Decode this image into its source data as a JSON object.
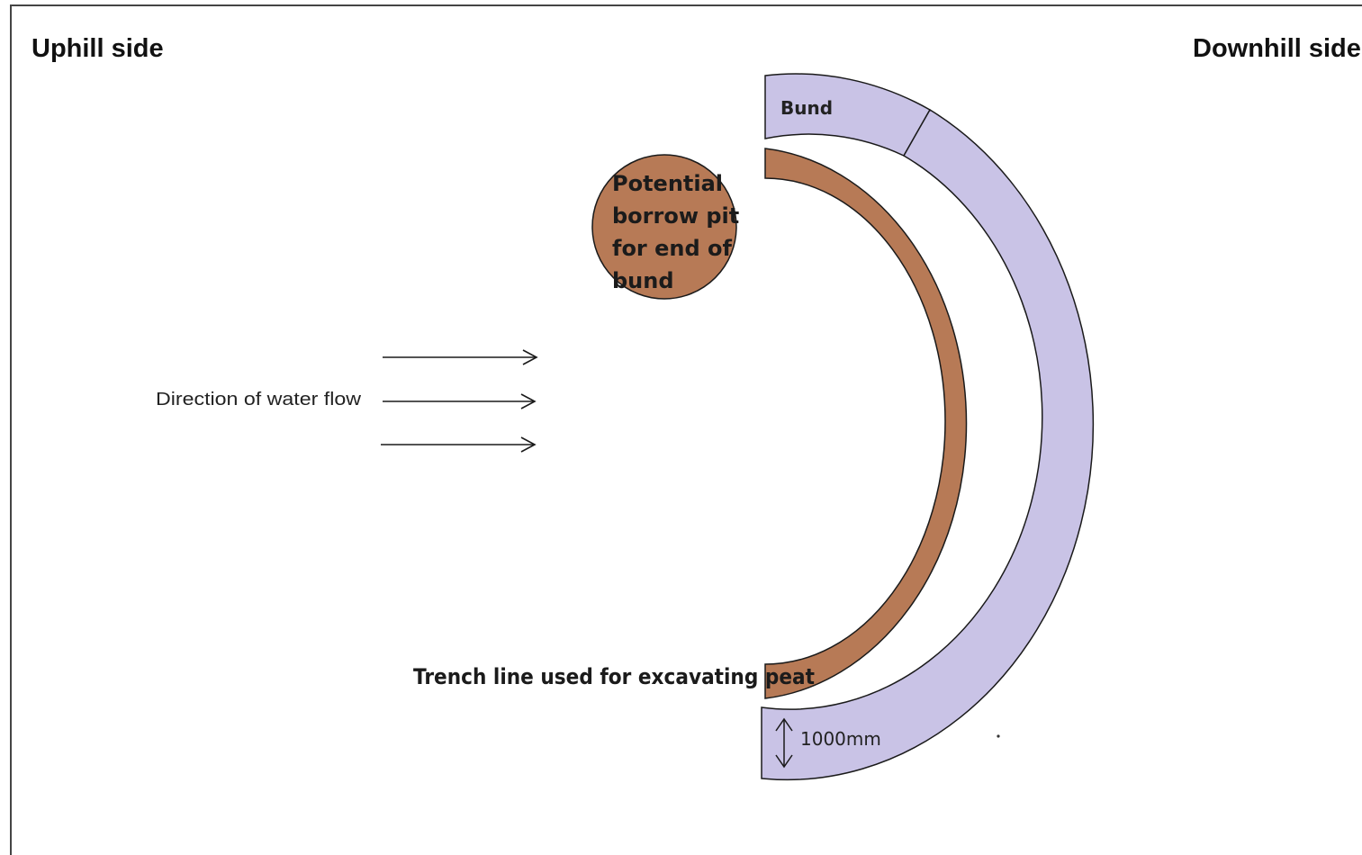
{
  "labels": {
    "uphill": "Uphill side",
    "downhill": "Downhill side",
    "bund": "Bund",
    "borrow_pit": [
      "Potential",
      "borrow pit",
      "for end of",
      "bund"
    ],
    "water_flow": "Direction of  water flow",
    "trench": "Trench line used for excavating peat",
    "dimension": "1000mm"
  },
  "colors": {
    "bund_fill": "#c9c3e6",
    "trench_fill": "#b77a56",
    "pit_fill": "#b77a56",
    "outline": "#1a1a1a",
    "frame": "#444444"
  }
}
